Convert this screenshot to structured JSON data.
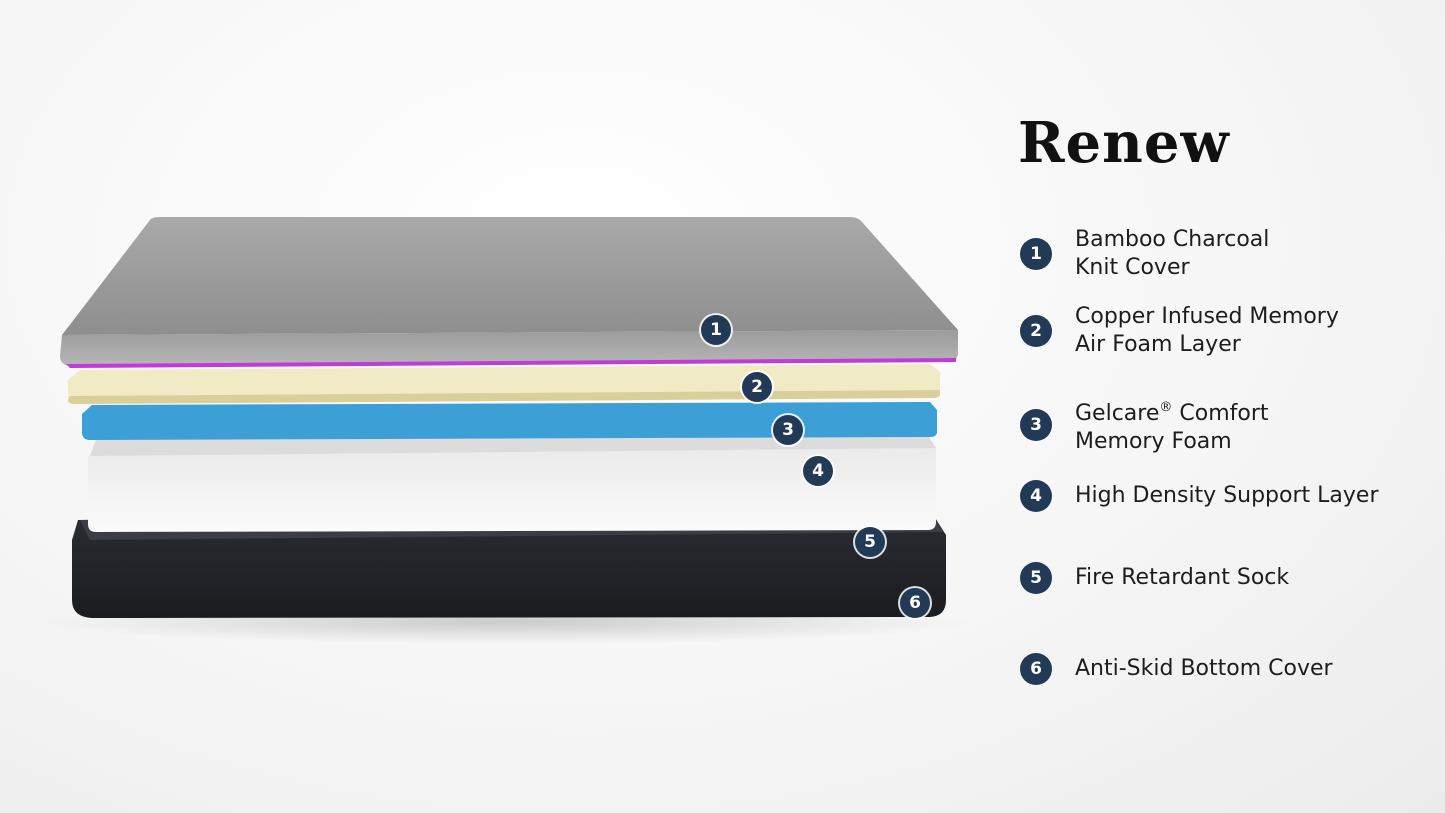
{
  "title": "Renew",
  "colors": {
    "badge": "#233a57",
    "cover_top": "#9a9a9a",
    "accent_edge": "#c23ad8",
    "copper_foam": "#f3edc4",
    "gel_foam": "#3c9fd6",
    "support_foam": "#f7f7f7",
    "bottom_cover": "#1f2227"
  },
  "layers": [
    {
      "num": "1",
      "line1": "Bamboo Charcoal",
      "line2": "Knit Cover"
    },
    {
      "num": "2",
      "line1": "Copper Infused Memory",
      "line2": "Air Foam Layer"
    },
    {
      "num": "3",
      "line1": "Gelcare",
      "sup": "®",
      "line1b": " Comfort",
      "line2": "Memory Foam"
    },
    {
      "num": "4",
      "line1": "High Density Support Layer",
      "line2": ""
    },
    {
      "num": "5",
      "line1": "Fire Retardant Sock",
      "line2": ""
    },
    {
      "num": "6",
      "line1": "Anti-Skid Bottom Cover",
      "line2": ""
    }
  ]
}
